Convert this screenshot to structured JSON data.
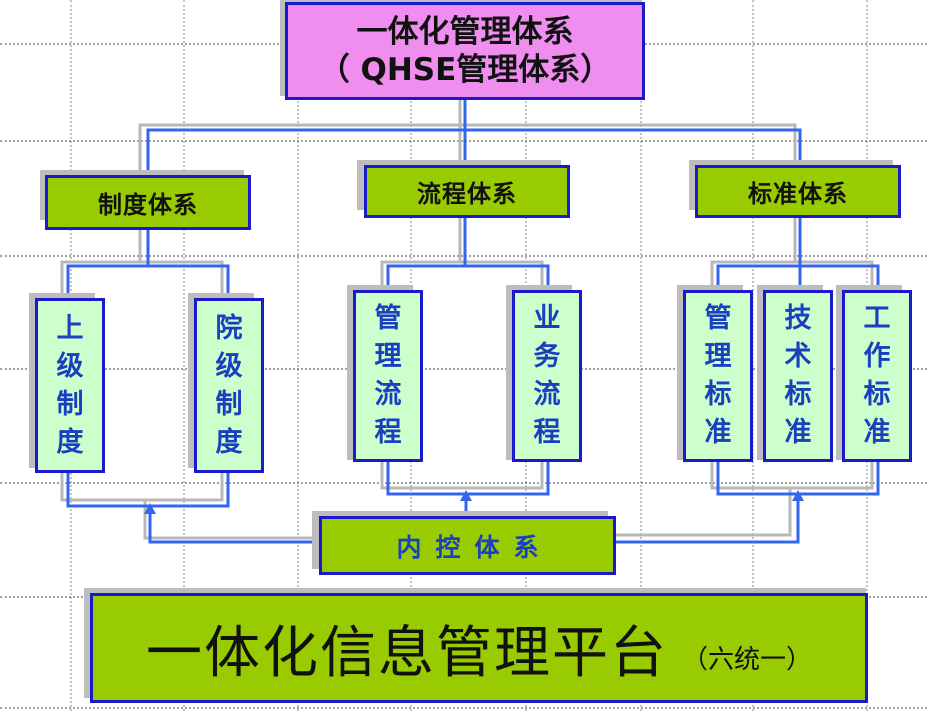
{
  "top": {
    "line1": "一体化管理体系",
    "line2": "（ QHSE管理体系）"
  },
  "systems": [
    {
      "label": "制度体系",
      "children": [
        "上级制度",
        "院级制度"
      ]
    },
    {
      "label": "流程体系",
      "children": [
        "管理流程",
        "业务流程"
      ]
    },
    {
      "label": "标准体系",
      "children": [
        "管理标准",
        "技术标准",
        "工作标准"
      ]
    }
  ],
  "control": {
    "label": "内控体系"
  },
  "platform": {
    "title": "一体化信息管理平台",
    "note": "（六统一）"
  },
  "colors": {
    "top_fill": "#f08ef0",
    "green_fill": "#99cc00",
    "leaf_fill": "#ccffcc",
    "border": "#1a1ac8",
    "connector": "#3366ee",
    "leaf_text": "#1a3fbf"
  }
}
